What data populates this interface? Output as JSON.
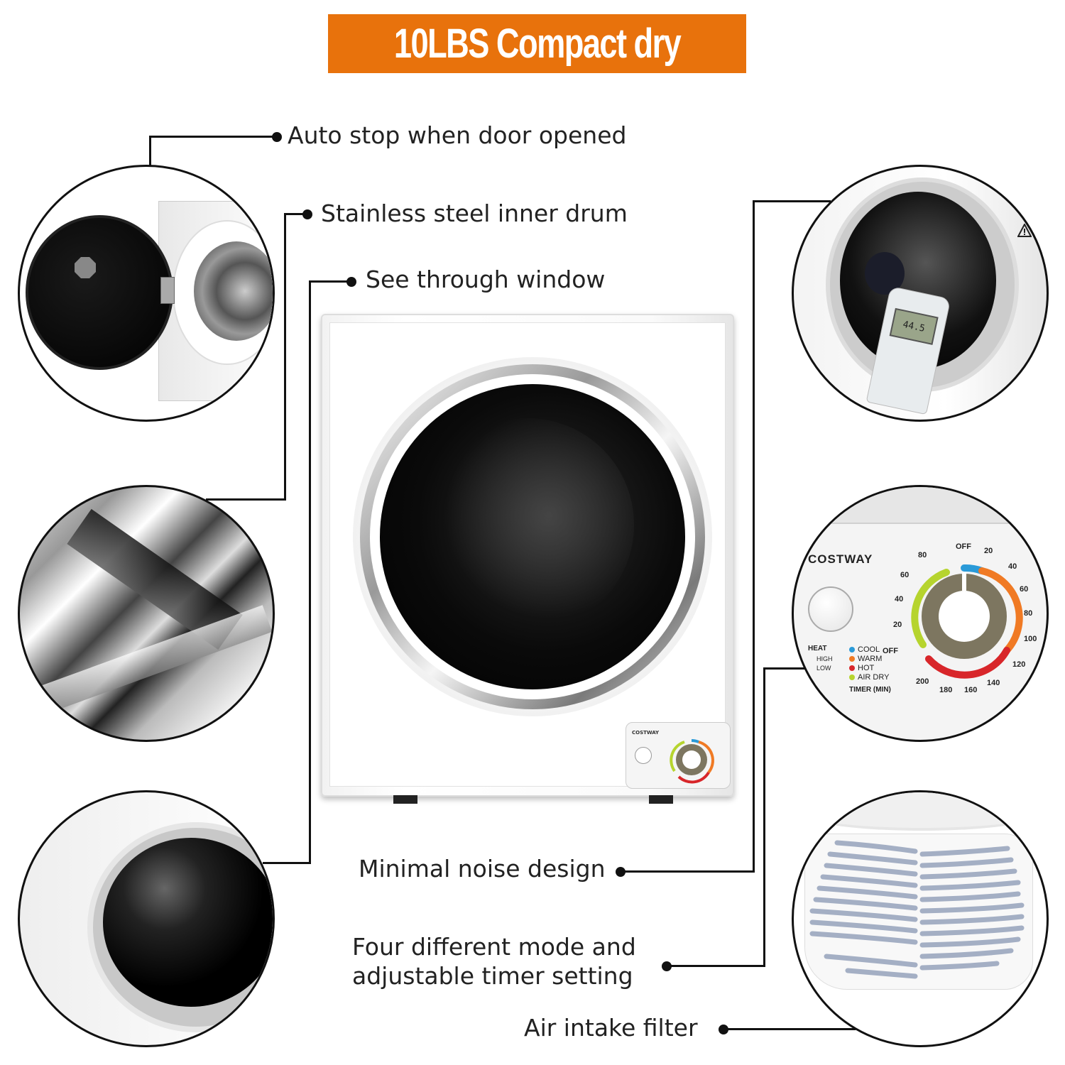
{
  "banner": {
    "title": "10LBS  Compact dry",
    "color": "#e8720c"
  },
  "features": {
    "auto_stop": "Auto stop when door opened",
    "inner_drum": "Stainless steel inner drum",
    "window": "See through window",
    "noise": "Minimal noise design",
    "modes_line1": "Four different mode and",
    "modes_line2": "adjustable timer setting",
    "filter": "Air intake filter"
  },
  "control_panel": {
    "brand": "COSTWAY",
    "heat_label": "HEAT",
    "heat_options": [
      "HIGH",
      "LOW"
    ],
    "modes": [
      {
        "label": "COOL",
        "color": "#2a9ad8"
      },
      {
        "label": "WARM",
        "color": "#f07a24"
      },
      {
        "label": "HOT",
        "color": "#d8262a"
      },
      {
        "label": "AIR DRY",
        "color": "#b6d42e"
      }
    ],
    "timer_label": "TIMER (MIN)",
    "air_dry_ticks": [
      "OFF",
      "20",
      "40",
      "60",
      "80"
    ],
    "heat_ticks": [
      "OFF",
      "20",
      "40",
      "60",
      "80",
      "100",
      "120",
      "140",
      "160",
      "180",
      "200"
    ]
  },
  "sound_meter": {
    "reading": "44.5"
  }
}
